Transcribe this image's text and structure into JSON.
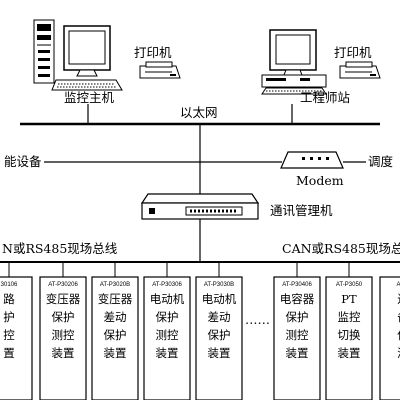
{
  "labels": {
    "monitor_host": "监控主机",
    "printer_left": "打印机",
    "printer_right": "打印机",
    "engineer_station": "工程师站",
    "ethernet": "以太网",
    "smart_device": "能设备",
    "modem": "Modem",
    "dispatch": "调度",
    "comm_manager": "通讯管理机",
    "bus_left": "N或RS485现场总线",
    "bus_right": "CAN或RS485现场总",
    "ellipsis": "……"
  },
  "modules": [
    {
      "code": "30106",
      "lines": [
        "路",
        "护",
        "控",
        "置"
      ]
    },
    {
      "code": "AT-P30206",
      "lines": [
        "变压器",
        "保护",
        "测控",
        "装置"
      ]
    },
    {
      "code": "AT-P3020B",
      "lines": [
        "变压器",
        "差动",
        "保护",
        "装置"
      ]
    },
    {
      "code": "AT-P30306",
      "lines": [
        "电动机",
        "保护",
        "测控",
        "装置"
      ]
    },
    {
      "code": "AT-P3030B",
      "lines": [
        "电动机",
        "差动",
        "保护",
        "装置"
      ]
    },
    {
      "code": "AT-P30406",
      "lines": [
        "电容器",
        "保护",
        "测控",
        "装置"
      ]
    },
    {
      "code": "AT-P3050",
      "lines": [
        "PT",
        "监控",
        "切换",
        "装置"
      ]
    },
    {
      "code": "AT-P",
      "lines": [
        "进",
        "备",
        "保",
        "测"
      ]
    }
  ]
}
